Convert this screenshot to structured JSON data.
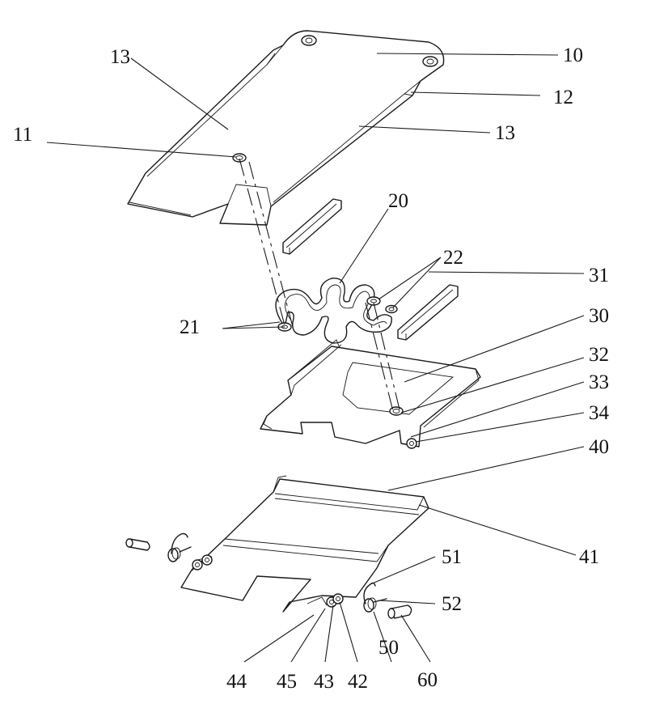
{
  "figure": {
    "labels": {
      "l10": "10",
      "l11": "11",
      "l12": "12",
      "l13a": "13",
      "l13b": "13",
      "l20": "20",
      "l21": "21",
      "l22": "22",
      "l30": "30",
      "l31": "31",
      "l32": "32",
      "l33": "33",
      "l34": "34",
      "l40": "40",
      "l41": "41",
      "l42": "42",
      "l43": "43",
      "l44": "44",
      "l45": "45",
      "l50": "50",
      "l51": "51",
      "l52": "52",
      "l60": "60"
    }
  },
  "colors": {
    "line": "#1a1a1a",
    "background": "#ffffff"
  }
}
